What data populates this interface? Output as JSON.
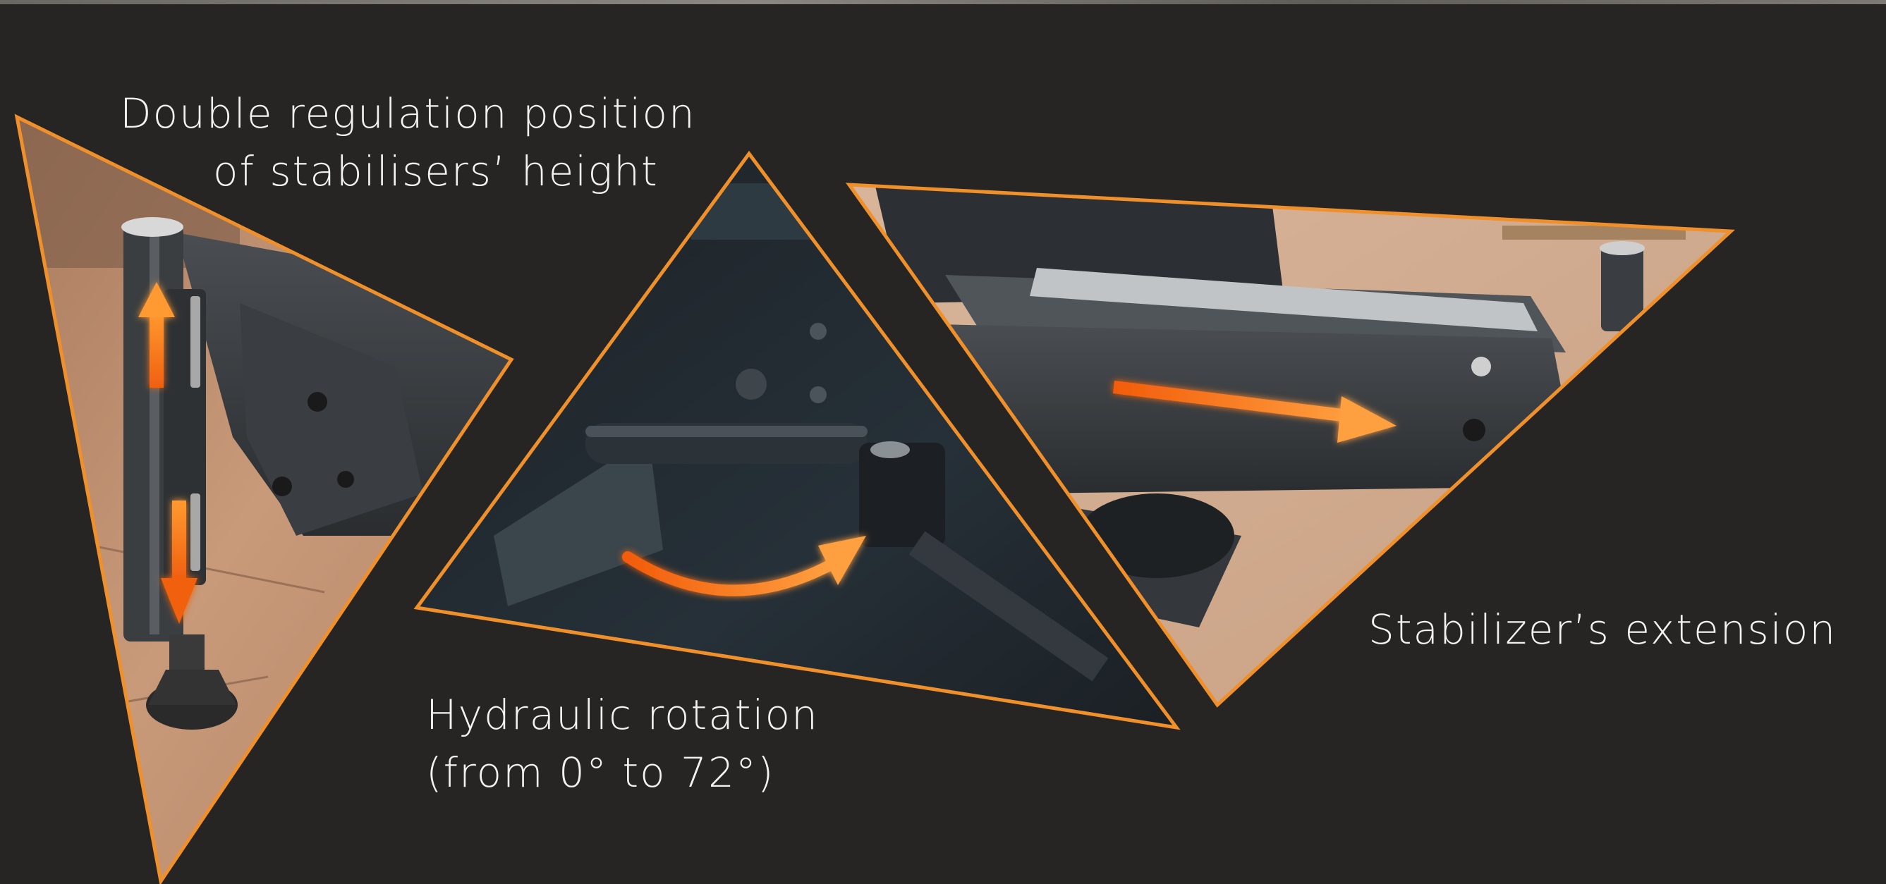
{
  "captions": {
    "height_regulation": {
      "line1": "Double regulation position",
      "line2": "of stabilisers’ height"
    },
    "rotation": {
      "line1": "Hydraulic rotation",
      "line2": "(from  0° to 72°)"
    },
    "extension": {
      "line1": "Stabilizer’s extension"
    }
  },
  "colors": {
    "background": "#262524",
    "frame_orange": "#f0902a",
    "arrow_orange": "#f07818",
    "caption_text": "#f2f2f2"
  },
  "icons": [
    "up-arrow-icon",
    "down-arrow-icon",
    "curved-rotation-arrow-icon",
    "extension-arrow-icon"
  ]
}
